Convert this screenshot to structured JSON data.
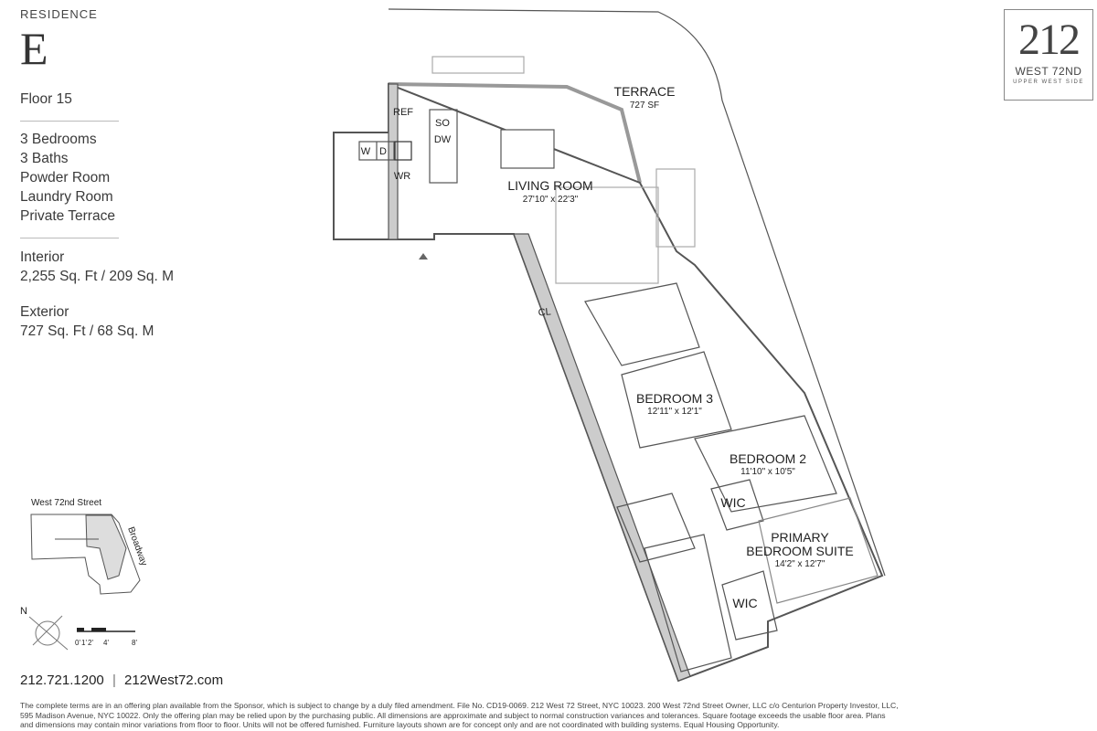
{
  "residence": {
    "label": "RESIDENCE",
    "letter": "E",
    "floor": "Floor 15"
  },
  "features": [
    "3 Bedrooms",
    "3 Baths",
    "Powder Room",
    "Laundry Room",
    "Private Terrace"
  ],
  "interior": {
    "label": "Interior",
    "value": "2,255 Sq. Ft / 209 Sq. M"
  },
  "exterior": {
    "label": "Exterior",
    "value": "727 Sq. Ft / 68 Sq. M"
  },
  "key_plan": {
    "street_top": "West 72nd Street",
    "street_side": "Broadway"
  },
  "compass": {
    "label": "N"
  },
  "scale": {
    "ticks": [
      "0'",
      "1'",
      "2'",
      "4'",
      "8'"
    ]
  },
  "contact": {
    "phone": "212.721.1200",
    "separator": "|",
    "website": "212West72.com"
  },
  "logo": {
    "number": "212",
    "name": "WEST 72ND",
    "tagline": "UPPER WEST SIDE"
  },
  "rooms": {
    "terrace": {
      "name": "TERRACE",
      "size": "727 SF"
    },
    "living": {
      "name": "LIVING ROOM",
      "size": "27'10\" x 22'3\""
    },
    "bedroom3": {
      "name": "BEDROOM 3",
      "size": "12'11\" x 12'1\""
    },
    "bedroom2": {
      "name": "BEDROOM 2",
      "size": "11'10\" x 10'5\""
    },
    "primary": {
      "name1": "PRIMARY",
      "name2": "BEDROOM SUITE",
      "size": "14'2\" x 12'7\""
    },
    "wic": "WIC",
    "closet": "CL",
    "ref": "REF",
    "so": "SO",
    "dw": "DW",
    "washer": "W",
    "dryer": "D",
    "wr": "WR"
  },
  "footer": [
    "The complete terms are in an offering plan available from the Sponsor, which is subject to change by a duly filed amendment. File No. CD19-0069. 212 West 72 Street, NYC 10023. 200 West 72nd Street Owner, LLC c/o Centurion Property Investor, LLC,",
    "595 Madison Avenue, NYC 10022. Only the offering plan may be relied upon by the purchasing public. All dimensions are approximate and subject to normal construction variances and tolerances. Square footage exceeds the usable floor area. Plans",
    "and dimensions may contain minor variations from floor to floor. Units will not be offered furnished. Furniture layouts shown are for concept only and are not coordinated with building systems. Equal Housing Opportunity."
  ]
}
